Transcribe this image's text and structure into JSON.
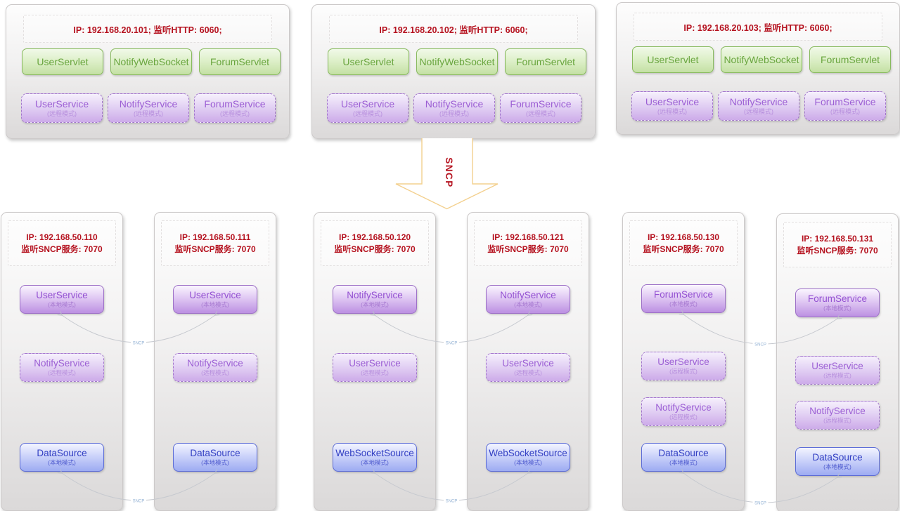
{
  "labels": {
    "sncp_arrow": "SNCP",
    "connector": "SNCP"
  },
  "colors": {
    "red_text": "#b5121f",
    "green_border": "#88ba5e",
    "green_text": "#69a53e",
    "purple_border": "#9d70c7",
    "purple_text": "#9451d2",
    "blue_border": "#5c6cd6",
    "blue_text": "#3340c3",
    "arrow_stroke": "#f3d08e",
    "connector_line": "#c6c9cf",
    "connector_label": "#92b1d4"
  },
  "top_servers": [
    {
      "header": "IP: 192.168.20.101;  监听HTTP: 6060;",
      "servlets": [
        "UserServlet",
        "NotifyWebSocket",
        "ForumServlet"
      ],
      "services": [
        {
          "name": "UserService",
          "mode": "(远程模式)",
          "kind": "remote"
        },
        {
          "name": "NotifyService",
          "mode": "(远程模式)",
          "kind": "remote"
        },
        {
          "name": "ForumService",
          "mode": "(远程模式)",
          "kind": "remote"
        }
      ]
    },
    {
      "header": "IP: 192.168.20.102;  监听HTTP: 6060;",
      "servlets": [
        "UserServlet",
        "NotifyWebSocket",
        "ForumServlet"
      ],
      "services": [
        {
          "name": "UserService",
          "mode": "(远程模式)",
          "kind": "remote"
        },
        {
          "name": "NotifyService",
          "mode": "(远程模式)",
          "kind": "remote"
        },
        {
          "name": "ForumService",
          "mode": "(远程模式)",
          "kind": "remote"
        }
      ]
    },
    {
      "header": "IP: 192.168.20.103;  监听HTTP: 6060;",
      "servlets": [
        "UserServlet",
        "NotifyWebSocket",
        "ForumServlet"
      ],
      "services": [
        {
          "name": "UserService",
          "mode": "(远程模式)",
          "kind": "remote"
        },
        {
          "name": "NotifyService",
          "mode": "(远程模式)",
          "kind": "remote"
        },
        {
          "name": "ForumService",
          "mode": "(远程模式)",
          "kind": "remote"
        }
      ]
    }
  ],
  "bottom_servers": [
    {
      "ip_line": "IP: 192.168.50.110",
      "listen_line": "监听SNCP服务: 7070",
      "services": [
        {
          "name": "UserService",
          "mode": "(本地模式)",
          "kind": "local"
        },
        {
          "name": "NotifyService",
          "mode": "(远程模式)",
          "kind": "remote"
        },
        {
          "name": "DataSource",
          "mode": "(本地模式)",
          "kind": "source"
        }
      ]
    },
    {
      "ip_line": "IP: 192.168.50.111",
      "listen_line": "监听SNCP服务: 7070",
      "services": [
        {
          "name": "UserService",
          "mode": "(本地模式)",
          "kind": "local"
        },
        {
          "name": "NotifyService",
          "mode": "(远程模式)",
          "kind": "remote"
        },
        {
          "name": "DataSource",
          "mode": "(本地模式)",
          "kind": "source"
        }
      ]
    },
    {
      "ip_line": "IP: 192.168.50.120",
      "listen_line": "监听SNCP服务: 7070",
      "services": [
        {
          "name": "NotifyService",
          "mode": "(本地模式)",
          "kind": "local"
        },
        {
          "name": "UserService",
          "mode": "(远程模式)",
          "kind": "remote"
        },
        {
          "name": "WebSocketSource",
          "mode": "(本地模式)",
          "kind": "source"
        }
      ]
    },
    {
      "ip_line": "IP: 192.168.50.121",
      "listen_line": "监听SNCP服务: 7070",
      "services": [
        {
          "name": "NotifyService",
          "mode": "(本地模式)",
          "kind": "local"
        },
        {
          "name": "UserService",
          "mode": "(远程模式)",
          "kind": "remote"
        },
        {
          "name": "WebSocketSource",
          "mode": "(本地模式)",
          "kind": "source"
        }
      ]
    },
    {
      "ip_line": "IP: 192.168.50.130",
      "listen_line": "监听SNCP服务: 7070",
      "services": [
        {
          "name": "ForumService",
          "mode": "(本地模式)",
          "kind": "local"
        },
        {
          "name": "UserService",
          "mode": "(远程模式)",
          "kind": "remote"
        },
        {
          "name": "NotifyService",
          "mode": "(远程模式)",
          "kind": "remote"
        },
        {
          "name": "DataSource",
          "mode": "(本地模式)",
          "kind": "source"
        }
      ]
    },
    {
      "ip_line": "IP: 192.168.50.131",
      "listen_line": "监听SNCP服务: 7070",
      "services": [
        {
          "name": "ForumService",
          "mode": "(本地模式)",
          "kind": "local"
        },
        {
          "name": "UserService",
          "mode": "(远程模式)",
          "kind": "remote"
        },
        {
          "name": "NotifyService",
          "mode": "(远程模式)",
          "kind": "remote"
        },
        {
          "name": "DataSource",
          "mode": "(本地模式)",
          "kind": "source"
        }
      ]
    }
  ]
}
